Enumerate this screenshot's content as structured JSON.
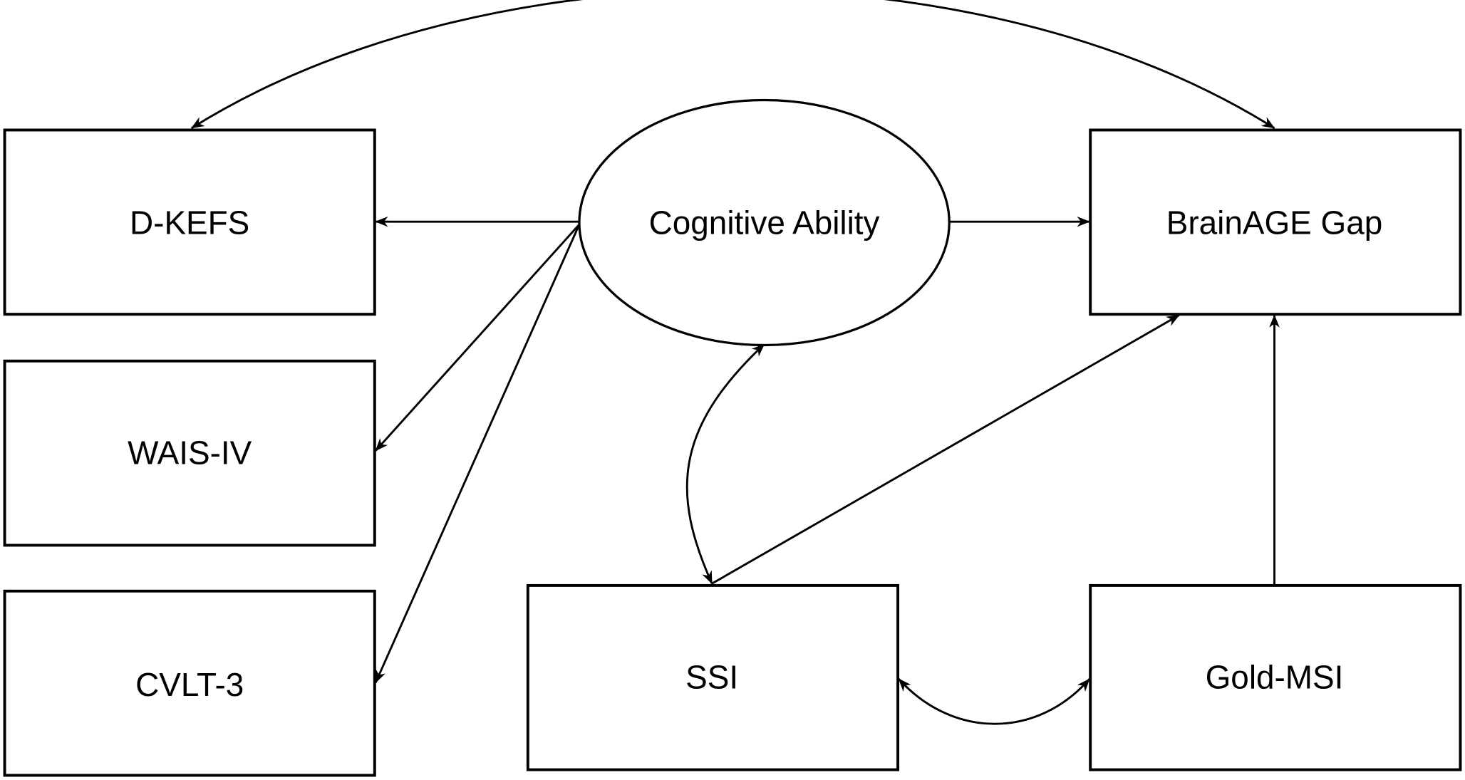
{
  "diagram": {
    "type": "structural-equation-model",
    "nodes": {
      "dkefs": {
        "label": "D-KEFS",
        "shape": "rectangle",
        "kind": "observed"
      },
      "wais": {
        "label": "WAIS-IV",
        "shape": "rectangle",
        "kind": "observed"
      },
      "cvlt": {
        "label": "CVLT-3",
        "shape": "rectangle",
        "kind": "observed"
      },
      "cognitive": {
        "label": "Cognitive Ability",
        "shape": "ellipse",
        "kind": "latent"
      },
      "brainage": {
        "label": "BrainAGE Gap",
        "shape": "rectangle",
        "kind": "observed"
      },
      "ssi": {
        "label": "SSI",
        "shape": "rectangle",
        "kind": "observed"
      },
      "goldmsi": {
        "label": "Gold-MSI",
        "shape": "rectangle",
        "kind": "observed"
      }
    },
    "edges": [
      {
        "from": "Cognitive Ability",
        "to": "D-KEFS",
        "type": "directed"
      },
      {
        "from": "Cognitive Ability",
        "to": "WAIS-IV",
        "type": "directed"
      },
      {
        "from": "Cognitive Ability",
        "to": "CVLT-3",
        "type": "directed"
      },
      {
        "from": "Cognitive Ability",
        "to": "BrainAGE Gap",
        "type": "directed"
      },
      {
        "from": "SSI",
        "to": "BrainAGE Gap",
        "type": "directed"
      },
      {
        "from": "Gold-MSI",
        "to": "BrainAGE Gap",
        "type": "directed"
      },
      {
        "from": "D-KEFS",
        "to": "BrainAGE Gap",
        "type": "bidirectional-covariance"
      },
      {
        "from": "Cognitive Ability",
        "to": "SSI",
        "type": "bidirectional-covariance"
      },
      {
        "from": "SSI",
        "to": "Gold-MSI",
        "type": "bidirectional-covariance"
      }
    ],
    "colors": {
      "stroke": "#000000",
      "fill": "#ffffff",
      "text": "#000000"
    }
  }
}
